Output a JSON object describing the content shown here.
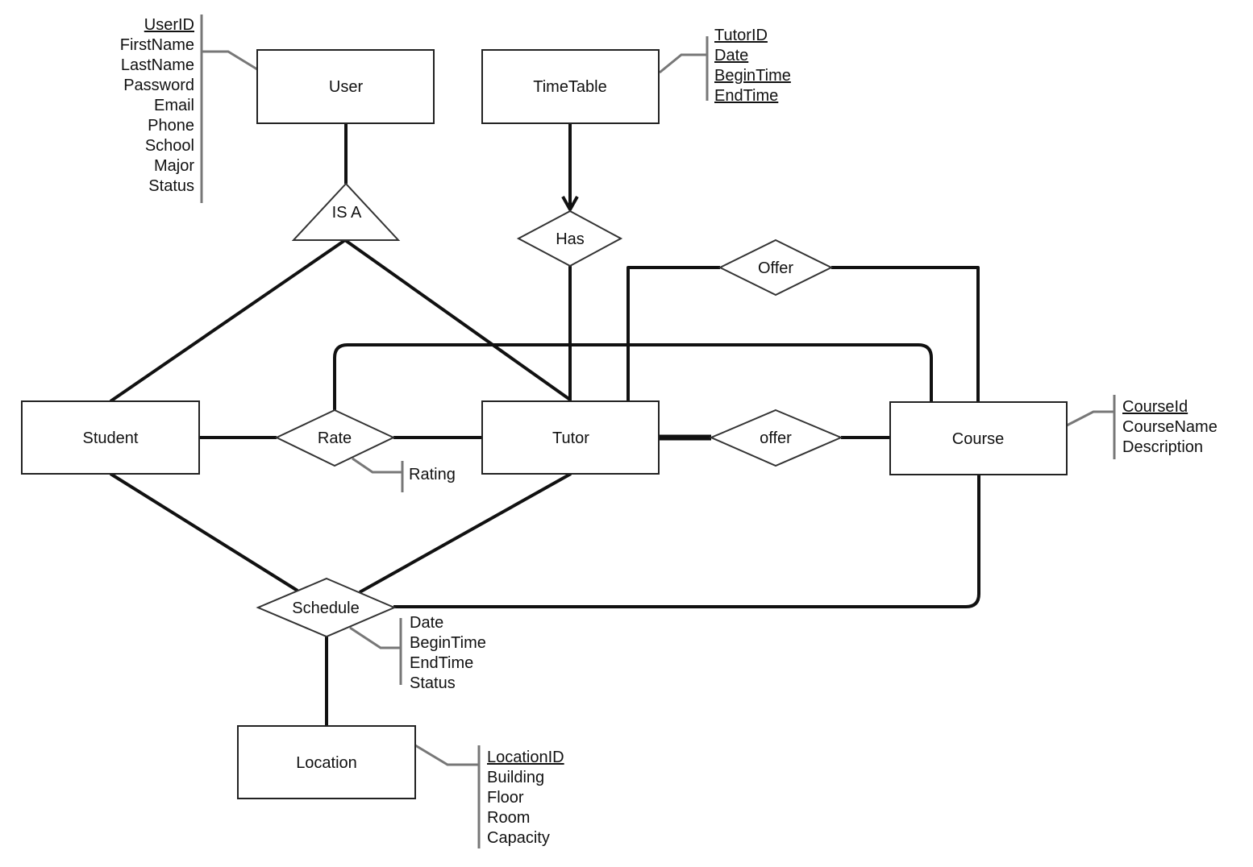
{
  "diagram": {
    "type": "ER diagram",
    "entities": [
      {
        "id": "user",
        "label": "User",
        "attributes": [
          {
            "name": "UserID",
            "key": true
          },
          {
            "name": "FirstName",
            "key": false
          },
          {
            "name": "LastName",
            "key": false
          },
          {
            "name": "Password",
            "key": false
          },
          {
            "name": "Email",
            "key": false
          },
          {
            "name": "Phone",
            "key": false
          },
          {
            "name": "School",
            "key": false
          },
          {
            "name": "Major",
            "key": false
          },
          {
            "name": "Status",
            "key": false
          }
        ]
      },
      {
        "id": "timetable",
        "label": "TimeTable",
        "attributes": [
          {
            "name": "TutorID",
            "key": true
          },
          {
            "name": "Date",
            "key": true
          },
          {
            "name": "BeginTime",
            "key": true
          },
          {
            "name": "EndTime",
            "key": true
          }
        ]
      },
      {
        "id": "student",
        "label": "Student",
        "attributes": []
      },
      {
        "id": "tutor",
        "label": "Tutor",
        "attributes": []
      },
      {
        "id": "course",
        "label": "Course",
        "attributes": [
          {
            "name": "CourseId",
            "key": true
          },
          {
            "name": "CourseName",
            "key": false
          },
          {
            "name": "Description",
            "key": false
          }
        ]
      },
      {
        "id": "location",
        "label": "Location",
        "attributes": [
          {
            "name": "LocationID",
            "key": true
          },
          {
            "name": "Building",
            "key": false
          },
          {
            "name": "Floor",
            "key": false
          },
          {
            "name": "Room",
            "key": false
          },
          {
            "name": "Capacity",
            "key": false
          }
        ]
      }
    ],
    "isa": {
      "label": "IS A",
      "parent": "user",
      "children": [
        "student",
        "tutor"
      ]
    },
    "relationships": [
      {
        "id": "has",
        "label": "Has",
        "connects": [
          "timetable",
          "tutor"
        ],
        "attributes": []
      },
      {
        "id": "offer_top",
        "label": "Offer",
        "connects": [
          "tutor",
          "course"
        ],
        "attributes": []
      },
      {
        "id": "rate",
        "label": "Rate",
        "connects": [
          "student",
          "tutor",
          "course"
        ],
        "attributes": [
          {
            "name": "Rating",
            "key": false
          }
        ]
      },
      {
        "id": "offer",
        "label": "offer",
        "connects": [
          "tutor",
          "course"
        ],
        "attributes": []
      },
      {
        "id": "schedule",
        "label": "Schedule",
        "connects": [
          "student",
          "tutor",
          "course",
          "location"
        ],
        "attributes": [
          {
            "name": "Date",
            "key": false
          },
          {
            "name": "BeginTime",
            "key": false
          },
          {
            "name": "EndTime",
            "key": false
          },
          {
            "name": "Status",
            "key": false
          }
        ]
      }
    ],
    "colors": {
      "stroke": "#111111",
      "attribute_bracket": "#777777",
      "background": "#ffffff"
    }
  }
}
